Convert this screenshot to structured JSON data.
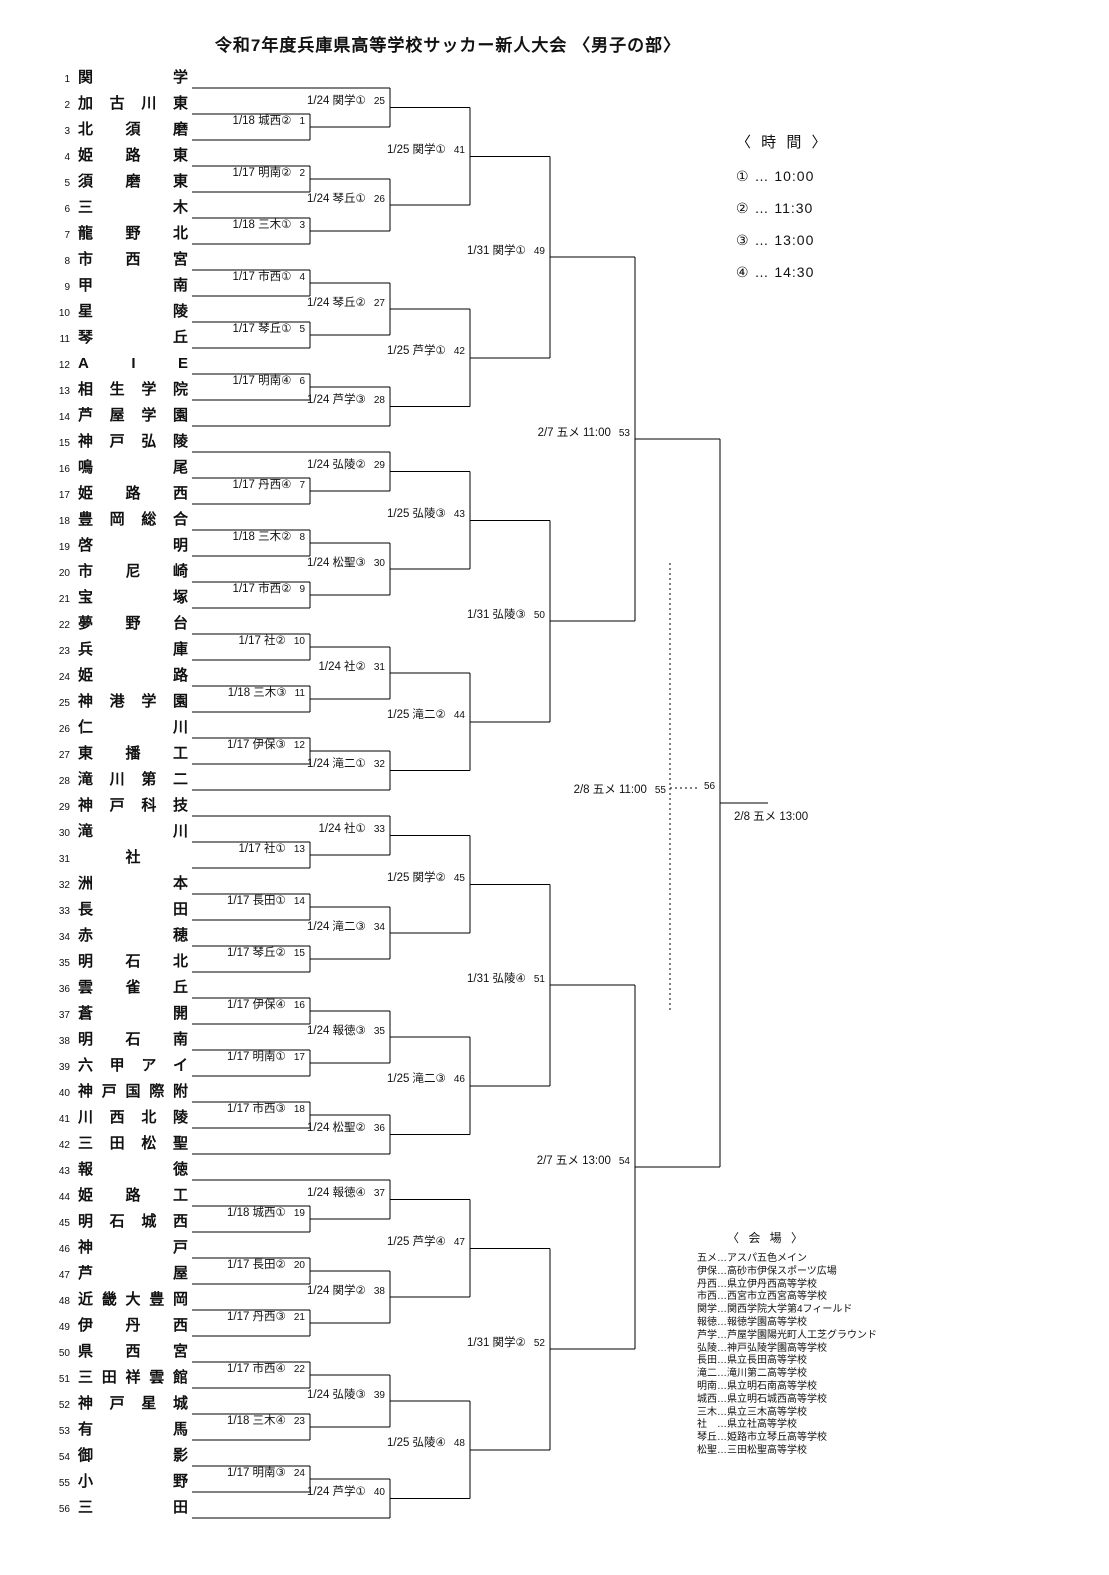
{
  "title": "令和7年度兵庫県高等学校サッカー新人大会 〈男子の部〉",
  "colors": {
    "ink": "#000000",
    "background": "#ffffff"
  },
  "teams": [
    {
      "no": 1,
      "name": "関学"
    },
    {
      "no": 2,
      "name": "加古川東"
    },
    {
      "no": 3,
      "name": "北須磨"
    },
    {
      "no": 4,
      "name": "姫路東"
    },
    {
      "no": 5,
      "name": "須磨東"
    },
    {
      "no": 6,
      "name": "三木"
    },
    {
      "no": 7,
      "name": "龍野北"
    },
    {
      "no": 8,
      "name": "市西宮"
    },
    {
      "no": 9,
      "name": "甲南"
    },
    {
      "no": 10,
      "name": "星陵"
    },
    {
      "no": 11,
      "name": "琴丘"
    },
    {
      "no": 12,
      "name": "AIE"
    },
    {
      "no": 13,
      "name": "相生学院"
    },
    {
      "no": 14,
      "name": "芦屋学園"
    },
    {
      "no": 15,
      "name": "神戸弘陵"
    },
    {
      "no": 16,
      "name": "鳴尾"
    },
    {
      "no": 17,
      "name": "姫路西"
    },
    {
      "no": 18,
      "name": "豊岡総合"
    },
    {
      "no": 19,
      "name": "啓明"
    },
    {
      "no": 20,
      "name": "市尼崎"
    },
    {
      "no": 21,
      "name": "宝塚"
    },
    {
      "no": 22,
      "name": "夢野台"
    },
    {
      "no": 23,
      "name": "兵庫"
    },
    {
      "no": 24,
      "name": "姫路"
    },
    {
      "no": 25,
      "name": "神港学園"
    },
    {
      "no": 26,
      "name": "仁川"
    },
    {
      "no": 27,
      "name": "東播工"
    },
    {
      "no": 28,
      "name": "滝川第二"
    },
    {
      "no": 29,
      "name": "神戸科技"
    },
    {
      "no": 30,
      "name": "滝川"
    },
    {
      "no": 31,
      "name": "社"
    },
    {
      "no": 32,
      "name": "洲本"
    },
    {
      "no": 33,
      "name": "長田"
    },
    {
      "no": 34,
      "name": "赤穂"
    },
    {
      "no": 35,
      "name": "明石北"
    },
    {
      "no": 36,
      "name": "雲雀丘"
    },
    {
      "no": 37,
      "name": "蒼開"
    },
    {
      "no": 38,
      "name": "明石南"
    },
    {
      "no": 39,
      "name": "六甲アイ"
    },
    {
      "no": 40,
      "name": "神戸国際附"
    },
    {
      "no": 41,
      "name": "川西北陵"
    },
    {
      "no": 42,
      "name": "三田松聖"
    },
    {
      "no": 43,
      "name": "報徳"
    },
    {
      "no": 44,
      "name": "姫路工"
    },
    {
      "no": 45,
      "name": "明石城西"
    },
    {
      "no": 46,
      "name": "神戸"
    },
    {
      "no": 47,
      "name": "芦屋"
    },
    {
      "no": 48,
      "name": "近畿大豊岡"
    },
    {
      "no": 49,
      "name": "伊丹西"
    },
    {
      "no": 50,
      "name": "県西宮"
    },
    {
      "no": 51,
      "name": "三田祥雲館"
    },
    {
      "no": 52,
      "name": "神戸星城"
    },
    {
      "no": 53,
      "name": "有馬"
    },
    {
      "no": 54,
      "name": "御影"
    },
    {
      "no": 55,
      "name": "小野"
    },
    {
      "no": 56,
      "name": "三田"
    }
  ],
  "bracket": {
    "rounds": [
      [
        {
          "n": 1,
          "a": 2,
          "b": 3,
          "label": "1/18 城西②"
        },
        {
          "n": 2,
          "a": 4,
          "b": 5,
          "label": "1/17 明南②"
        },
        {
          "n": 3,
          "a": 6,
          "b": 7,
          "label": "1/18 三木①"
        },
        {
          "n": 4,
          "a": 8,
          "b": 9,
          "label": "1/17 市西①"
        },
        {
          "n": 5,
          "a": 10,
          "b": 11,
          "label": "1/17 琴丘①"
        },
        {
          "n": 6,
          "a": 12,
          "b": 13,
          "label": "1/17 明南④"
        },
        {
          "n": 7,
          "a": 16,
          "b": 17,
          "label": "1/17 丹西④"
        },
        {
          "n": 8,
          "a": 18,
          "b": 19,
          "label": "1/18 三木②"
        },
        {
          "n": 9,
          "a": 20,
          "b": 21,
          "label": "1/17 市西②"
        },
        {
          "n": 10,
          "a": 22,
          "b": 23,
          "label": "1/17 社②"
        },
        {
          "n": 11,
          "a": 24,
          "b": 25,
          "label": "1/18 三木③"
        },
        {
          "n": 12,
          "a": 26,
          "b": 27,
          "label": "1/17 伊保③"
        },
        {
          "n": 13,
          "a": 30,
          "b": 31,
          "label": "1/17 社①"
        },
        {
          "n": 14,
          "a": 32,
          "b": 33,
          "label": "1/17 長田①"
        },
        {
          "n": 15,
          "a": 34,
          "b": 35,
          "label": "1/17 琴丘②"
        },
        {
          "n": 16,
          "a": 36,
          "b": 37,
          "label": "1/17 伊保④"
        },
        {
          "n": 17,
          "a": 38,
          "b": 39,
          "label": "1/17 明南①"
        },
        {
          "n": 18,
          "a": 40,
          "b": 41,
          "label": "1/17 市西③"
        },
        {
          "n": 19,
          "a": 44,
          "b": 45,
          "label": "1/18 城西①"
        },
        {
          "n": 20,
          "a": 46,
          "b": 47,
          "label": "1/17 長田②"
        },
        {
          "n": 21,
          "a": 48,
          "b": 49,
          "label": "1/17 丹西③"
        },
        {
          "n": 22,
          "a": 50,
          "b": 51,
          "label": "1/17 市西④"
        },
        {
          "n": 23,
          "a": 52,
          "b": 53,
          "label": "1/18 三木④"
        },
        {
          "n": 24,
          "a": 54,
          "b": 55,
          "label": "1/17 明南③"
        }
      ],
      [
        {
          "n": 25,
          "a": "T1",
          "b": "M1",
          "label": "1/24 関学①"
        },
        {
          "n": 26,
          "a": "M2",
          "b": "M3",
          "label": "1/24 琴丘①"
        },
        {
          "n": 27,
          "a": "M4",
          "b": "M5",
          "label": "1/24 琴丘②"
        },
        {
          "n": 28,
          "a": "M6",
          "b": "T14",
          "label": "1/24 芦学③"
        },
        {
          "n": 29,
          "a": "T15",
          "b": "M7",
          "label": "1/24 弘陵②"
        },
        {
          "n": 30,
          "a": "M8",
          "b": "M9",
          "label": "1/24 松聖③"
        },
        {
          "n": 31,
          "a": "M10",
          "b": "M11",
          "label": "1/24 社②"
        },
        {
          "n": 32,
          "a": "M12",
          "b": "T28",
          "label": "1/24 滝二①"
        },
        {
          "n": 33,
          "a": "T29",
          "b": "M13",
          "label": "1/24 社①"
        },
        {
          "n": 34,
          "a": "M14",
          "b": "M15",
          "label": "1/24 滝二③"
        },
        {
          "n": 35,
          "a": "M16",
          "b": "M17",
          "label": "1/24 報徳③"
        },
        {
          "n": 36,
          "a": "M18",
          "b": "T42",
          "label": "1/24 松聖②"
        },
        {
          "n": 37,
          "a": "T43",
          "b": "M19",
          "label": "1/24 報徳④"
        },
        {
          "n": 38,
          "a": "M20",
          "b": "M21",
          "label": "1/24 関学②"
        },
        {
          "n": 39,
          "a": "M22",
          "b": "M23",
          "label": "1/24 弘陵③"
        },
        {
          "n": 40,
          "a": "M24",
          "b": "T56",
          "label": "1/24 芦学①"
        }
      ],
      [
        {
          "n": 41,
          "a": "M25",
          "b": "M26",
          "label": "1/25 関学①"
        },
        {
          "n": 42,
          "a": "M27",
          "b": "M28",
          "label": "1/25 芦学①"
        },
        {
          "n": 43,
          "a": "M29",
          "b": "M30",
          "label": "1/25 弘陵③"
        },
        {
          "n": 44,
          "a": "M31",
          "b": "M32",
          "label": "1/25 滝二②"
        },
        {
          "n": 45,
          "a": "M33",
          "b": "M34",
          "label": "1/25 関学②"
        },
        {
          "n": 46,
          "a": "M35",
          "b": "M36",
          "label": "1/25 滝二③"
        },
        {
          "n": 47,
          "a": "M37",
          "b": "M38",
          "label": "1/25 芦学④"
        },
        {
          "n": 48,
          "a": "M39",
          "b": "M40",
          "label": "1/25 弘陵④"
        }
      ],
      [
        {
          "n": 49,
          "a": "M41",
          "b": "M42",
          "label": "1/31 関学①"
        },
        {
          "n": 50,
          "a": "M43",
          "b": "M44",
          "label": "1/31 弘陵③"
        },
        {
          "n": 51,
          "a": "M45",
          "b": "M46",
          "label": "1/31 弘陵④"
        },
        {
          "n": 52,
          "a": "M47",
          "b": "M48",
          "label": "1/31 関学②"
        }
      ],
      [
        {
          "n": 53,
          "a": "M49",
          "b": "M50",
          "label": "2/7 五メ 11:00"
        },
        {
          "n": 54,
          "a": "M51",
          "b": "M52",
          "label": "2/7 五メ 13:00"
        }
      ]
    ],
    "final": {
      "n": 56,
      "a": "M53",
      "b": "M54",
      "label": "2/8 五メ 13:00"
    },
    "third_place": {
      "n": 55,
      "label": "2/8 五メ 11:00"
    }
  },
  "time_legend": {
    "title": "〈 時 間 〉",
    "items": [
      "① … 10:00",
      "② … 11:30",
      "③ … 13:00",
      "④ … 14:30"
    ]
  },
  "venue_legend": {
    "title": "〈 会 場 〉",
    "items": [
      "五メ…アスパ五色メイン",
      "伊保…高砂市伊保スポーツ広場",
      "丹西…県立伊丹西高等学校",
      "市西…西宮市立西宮高等学校",
      "関学…関西学院大学第4フィールド",
      "報徳…報徳学園高等学校",
      "芦学…芦屋学園陽光町人工芝グラウンド",
      "弘陵…神戸弘陵学園高等学校",
      "長田…県立長田高等学校",
      "滝二…滝川第二高等学校",
      "明南…県立明石南高等学校",
      "城西…県立明石城西高等学校",
      "三木…県立三木高等学校",
      "社　…県立社高等学校",
      "琴丘…姫路市立琴丘高等学校",
      "松聖…三田松聖高等学校"
    ]
  }
}
